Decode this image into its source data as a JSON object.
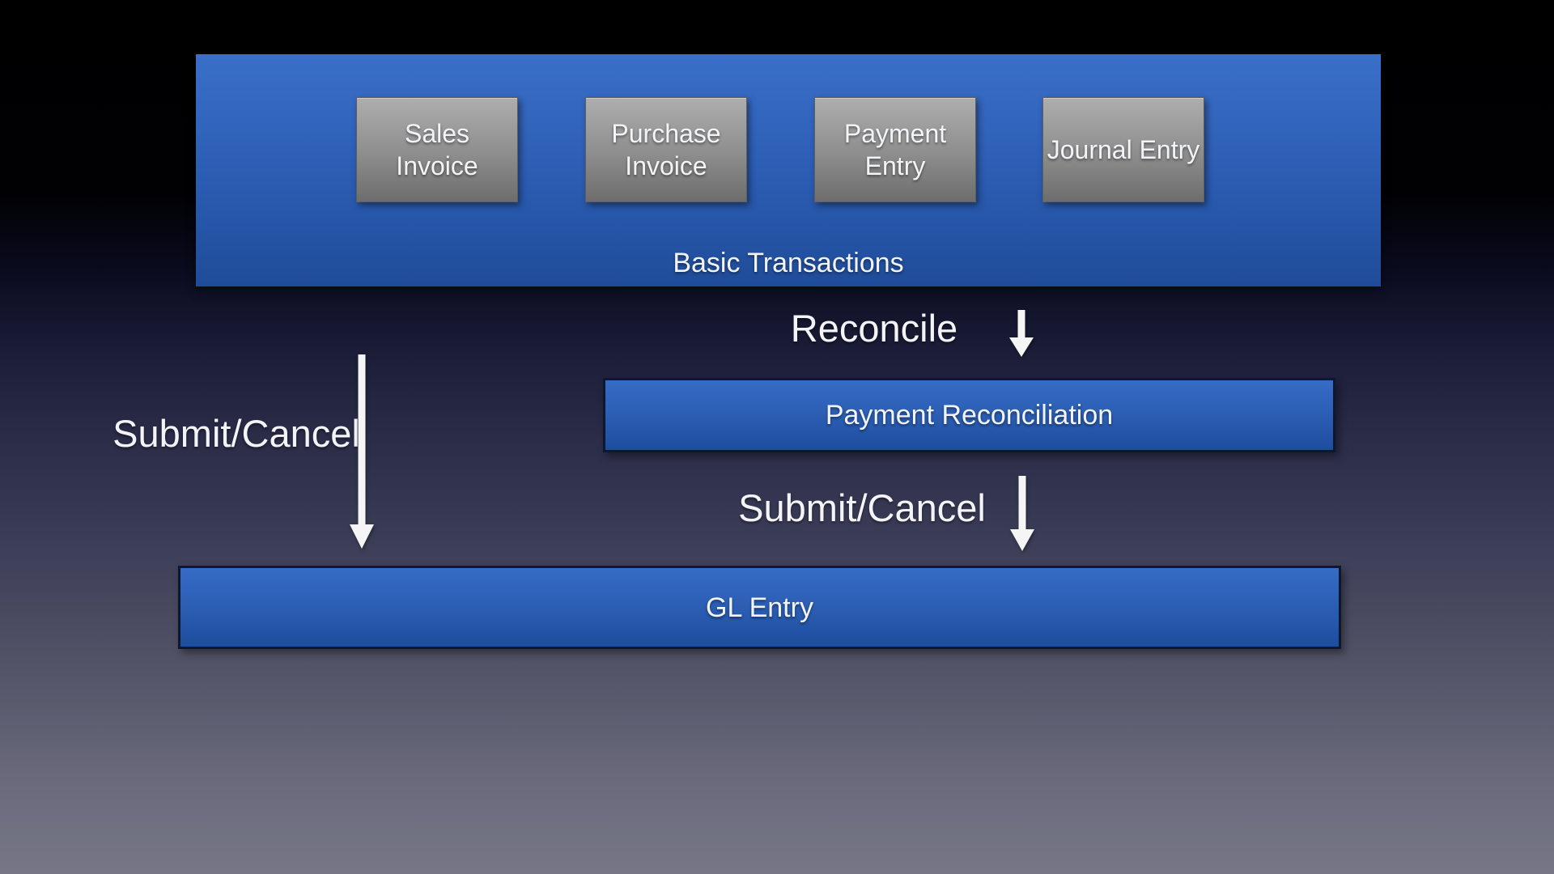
{
  "colors": {
    "background_top": "#000000",
    "background_bottom": "#767786",
    "panel_blue_top": "#3a6fc9",
    "panel_blue_bottom": "#1f4c99",
    "box_gray_top": "#aeaeae",
    "box_gray_bottom": "#6d6d6d",
    "bar_border": "#0d1830",
    "text": "#f2f4f7",
    "arrow": "#f5f5f5"
  },
  "diagram": {
    "basic_transactions": {
      "label": "Basic Transactions",
      "items": [
        {
          "label": "Sales\nInvoice"
        },
        {
          "label": "Purchase\nInvoice"
        },
        {
          "label": "Payment\nEntry"
        },
        {
          "label": "Journal Entry"
        }
      ]
    },
    "payment_reconciliation": {
      "label": "Payment Reconciliation"
    },
    "gl_entry": {
      "label": "GL Entry"
    },
    "annotations": {
      "reconcile": "Reconcile",
      "submit_cancel_left": "Submit/Cancel",
      "submit_cancel_right": "Submit/Cancel"
    },
    "arrows": [
      {
        "name": "reconcile-arrow",
        "from": "Basic Transactions",
        "to": "Payment Reconciliation"
      },
      {
        "name": "submit-cancel-left-arrow",
        "from": "Basic Transactions",
        "to": "GL Entry"
      },
      {
        "name": "submit-cancel-right-arrow",
        "from": "Payment Reconciliation",
        "to": "GL Entry"
      }
    ]
  }
}
